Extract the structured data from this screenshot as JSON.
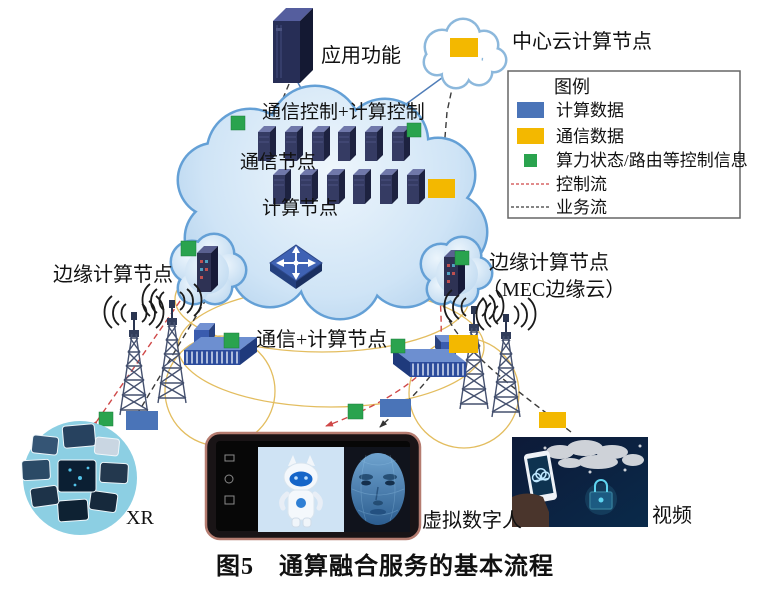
{
  "caption": "图5　通算融合服务的基本流程",
  "nodes": {
    "app_function": "应用功能",
    "central_cloud": "中心云计算节点",
    "core_control": "通信控制+计算控制",
    "edge_left": "边缘计算节点",
    "edge_right_line1": "边缘计算节点",
    "edge_right_line2": "（MEC边缘云）",
    "comm_compute_node": "通信+计算节点",
    "xr_label": "XR",
    "virtual_human_label": "虚拟数字人",
    "video_label": "视频"
  },
  "core_cloud": {
    "rows": [
      {
        "label": "通信节点",
        "count": 6
      },
      {
        "label": "计算节点",
        "count": 6
      }
    ]
  },
  "legend": {
    "title": "图例",
    "items": [
      {
        "label": "计算数据",
        "swatch": "rect",
        "color": "#4a74b8"
      },
      {
        "label": "通信数据",
        "swatch": "rect",
        "color": "#f3b800"
      },
      {
        "label": "算力状态/路由等控制信息",
        "swatch": "small-square",
        "color": "#2aa34e"
      },
      {
        "label": "控制流",
        "swatch": "dashed-line",
        "color": "#cf4848"
      },
      {
        "label": "业务流",
        "swatch": "dashed-line",
        "color": "#3a3a3a"
      }
    ]
  },
  "colors": {
    "compute_data": "#4a74b8",
    "comm_data": "#f3b800",
    "control_info": "#2aa34e",
    "control_flow": "#cf4848",
    "business_flow": "#3a3a3a",
    "cloud_stroke": "#64a0d6",
    "link_ring": "#e3bd5f"
  }
}
